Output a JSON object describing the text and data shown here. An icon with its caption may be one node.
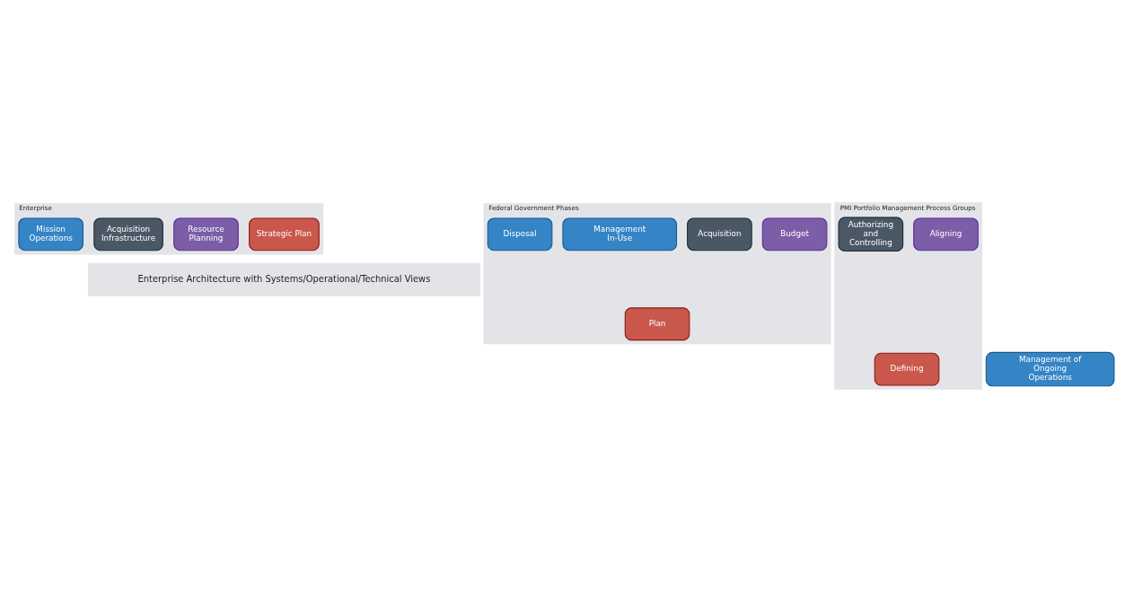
{
  "diagram": {
    "nodes": [
      {
        "text": [
          "Enterprise"
        ]
      },
      {
        "text": [
          "Strategic Plan"
        ],
        "in": 0
      },
      {
        "text": [
          "Resource Planning"
        ],
        "in": 0
      },
      {
        "text": [
          "Acquisition Infrastructure"
        ],
        "in": 0
      },
      {
        "text": [
          "Mission Operations"
        ],
        "in": 0
      },
      {
        "text": [
          "Enterprise Architecture with Systems/Operational/Technical Views"
        ]
      },
      {
        "text": [
          "Federal Government Phases"
        ]
      },
      {
        "text": [
          "Plan"
        ],
        "in": 6
      },
      {
        "text": [
          "Budget"
        ],
        "in": 6
      },
      {
        "text": [
          "Acquisition"
        ],
        "in": 6
      },
      {
        "text": [
          "Management In-Use"
        ],
        "in": 6
      },
      {
        "text": [
          "Disposal"
        ],
        "in": 6
      },
      {
        "text": [
          "PMI Portfolio Management Process Groups"
        ]
      },
      {
        "text": [
          "Defining"
        ],
        "in": 12
      },
      {
        "text": [
          "Aligning"
        ],
        "in": 12
      },
      {
        "text": [
          "Authorizing and Controlling"
        ],
        "in": 12
      },
      {
        "text": [
          "Management of Ongoing Operations"
        ]
      }
    ],
    "edges": []
  }
}
